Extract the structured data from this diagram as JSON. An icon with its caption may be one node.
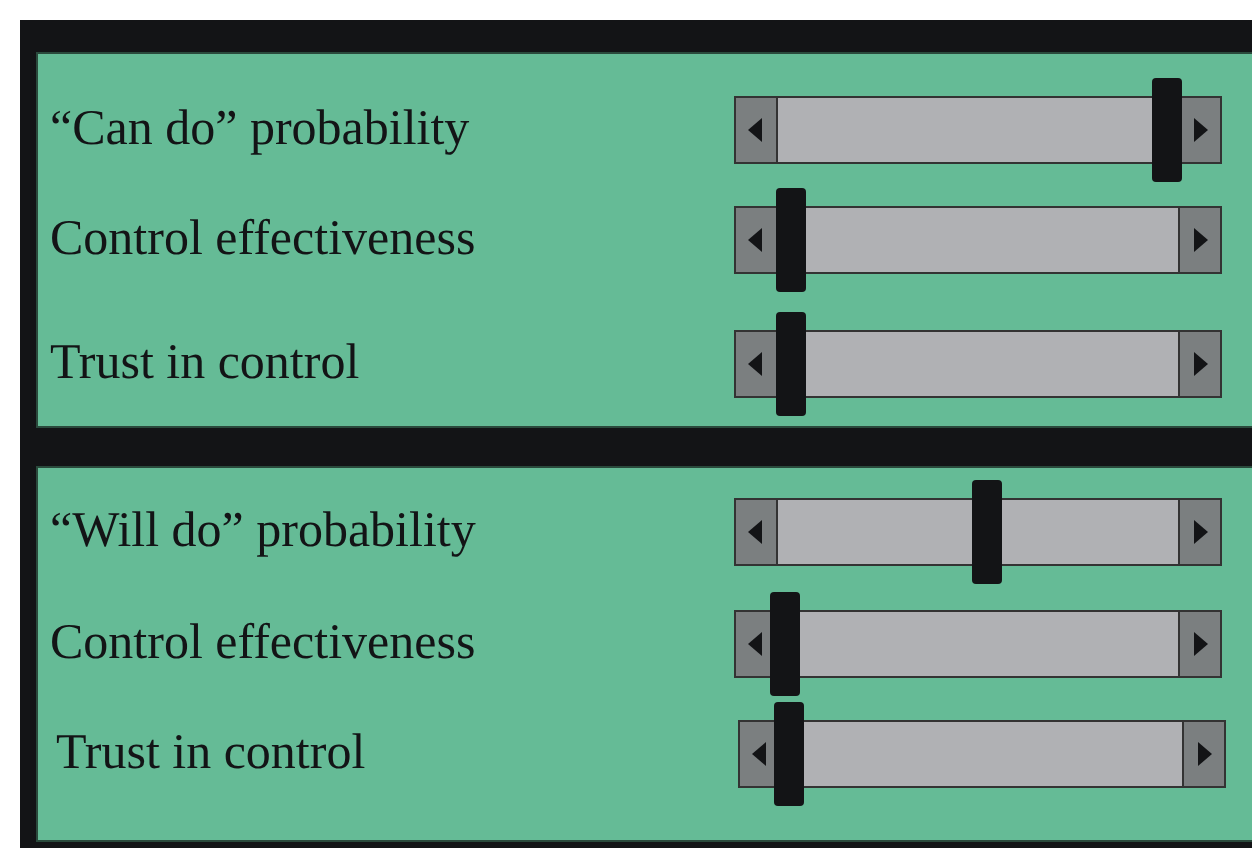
{
  "diagram": {
    "labels": [
      "“Can do” probability",
      "Control effectiveness",
      "Trust in control",
      "“Will do” probability",
      "Control effectiveness",
      "Trust in control"
    ]
  }
}
